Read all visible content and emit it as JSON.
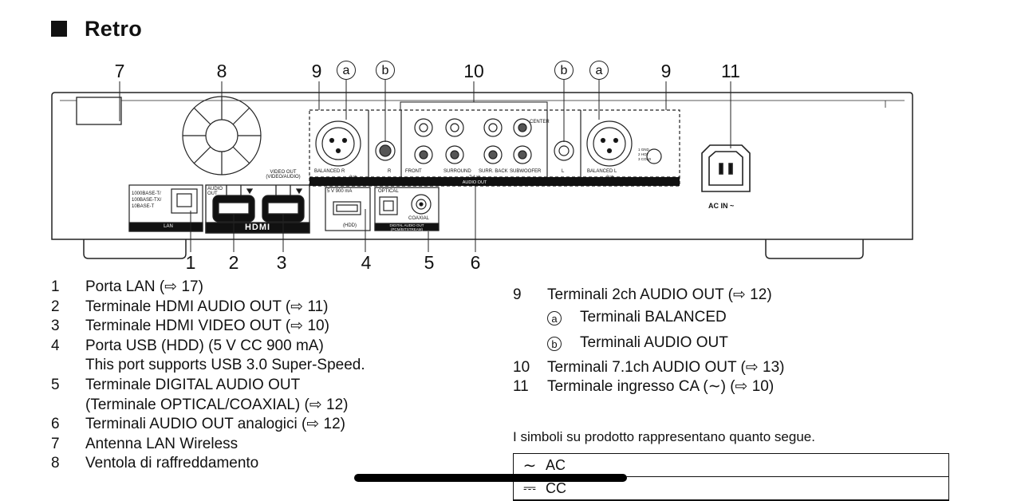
{
  "section": {
    "title": "Retro"
  },
  "callouts": {
    "top": [
      "7",
      "8",
      "9",
      "10",
      "9",
      "11"
    ],
    "top_sub": [
      "a",
      "b",
      "b",
      "a"
    ],
    "bottom": [
      "1",
      "2",
      "3",
      "4",
      "5",
      "6"
    ]
  },
  "panel_labels": {
    "lan_speeds": [
      "1000BASE-T/",
      "100BASE-TX/",
      "10BASE-T"
    ],
    "lan": "LAN",
    "audio_out": "AUDIO OUT",
    "video_out": "VIDEO OUT (VIDEO/AUDIO)",
    "hdmi": "HDMI",
    "usb_rating": "5 V 900 mA",
    "usb_label": "(HDD)",
    "optical": "OPTICAL",
    "coaxial": "COAXIAL",
    "digital_audio_out": "DIGITAL AUDIO OUT (PCM/BITSTREAM)",
    "balanced_r": "BALANCED R",
    "balanced_l": "BALANCED L",
    "ch2": "2ch",
    "ch71": "7.1ch",
    "r": "R",
    "l": "L",
    "front": "FRONT",
    "surround": "SURROUND",
    "surr_back": "SURR. BACK",
    "subwoofer": "SUBWOOFER",
    "center": "CENTER",
    "audio_out_bar": "AUDIO OUT",
    "pins": [
      "1 GND",
      "2 HOT",
      "3 COLD"
    ],
    "ac_in": "AC IN ~"
  },
  "list_left": [
    {
      "num": "1",
      "text": "Porta LAN (⇨ 17)"
    },
    {
      "num": "2",
      "text": "Terminale HDMI AUDIO OUT (⇨ 11)"
    },
    {
      "num": "3",
      "text": "Terminale HDMI VIDEO OUT (⇨ 10)"
    },
    {
      "num": "4",
      "text": "Porta USB (HDD) (5 V CC 900 mA)",
      "cont": "This port supports USB 3.0 Super-Speed."
    },
    {
      "num": "5",
      "text": "Terminale DIGITAL AUDIO OUT",
      "cont": "(Terminale OPTICAL/COAXIAL) (⇨ 12)"
    },
    {
      "num": "6",
      "text": "Terminali AUDIO OUT analogici (⇨ 12)"
    },
    {
      "num": "7",
      "text": "Antenna LAN Wireless"
    },
    {
      "num": "8",
      "text": "Ventola di raffreddamento"
    }
  ],
  "list_right": {
    "item9": {
      "num": "9",
      "text": "Terminali 2ch AUDIO OUT (⇨ 12)"
    },
    "sub": [
      {
        "mark": "a",
        "text": "Terminali BALANCED"
      },
      {
        "mark": "b",
        "text": "Terminali AUDIO OUT"
      }
    ],
    "item10": {
      "num": "10",
      "text": "Terminali 7.1ch AUDIO OUT (⇨ 13)"
    },
    "item11": {
      "num": "11",
      "text": "Terminale ingresso CA (∼) (⇨ 10)"
    }
  },
  "note": "I simboli su prodotto rappresentano quanto segue.",
  "symbols": [
    {
      "glyph": "∼",
      "label": "AC"
    },
    {
      "glyph": "⎓",
      "label": "CC"
    }
  ]
}
